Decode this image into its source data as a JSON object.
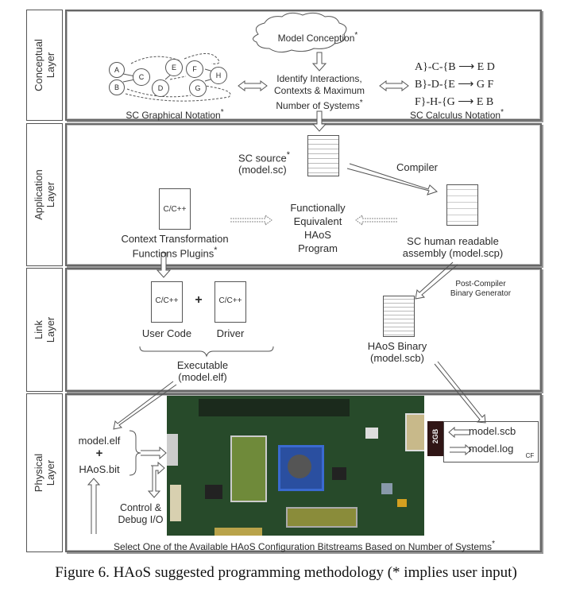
{
  "figure": {
    "caption": "Figure 6.   HAoS suggested programming methodology (* implies user input)"
  },
  "layers": [
    {
      "id": "conceptual",
      "label_line1": "Conceptual",
      "label_line2": "Layer"
    },
    {
      "id": "application",
      "label_line1": "Application",
      "label_line2": "Layer"
    },
    {
      "id": "link",
      "label_line1": "Link",
      "label_line2": "Layer"
    },
    {
      "id": "physical",
      "label_line1": "Physical",
      "label_line2": "Layer"
    }
  ],
  "conceptual": {
    "model_conception": "Model Conception",
    "identify_line1": "Identify Interactions,",
    "identify_line2": "Contexts & Maximum",
    "identify_line3": "Number of Systems",
    "graphical_notation": "SC Graphical Notation",
    "calculus_notation": "SC Calculus Notation",
    "graph_nodes": [
      "A",
      "B",
      "C",
      "D",
      "E",
      "F",
      "G",
      "H"
    ],
    "calculus_lines": [
      {
        "left": "A}-C-{B",
        "right": "E D"
      },
      {
        "left": "B}-D-{E",
        "right": "G F"
      },
      {
        "left": "F}-H-{G",
        "right": "E B"
      }
    ],
    "user_input_marker": "*"
  },
  "application": {
    "sc_source_line1": "SC source",
    "sc_source_line2": "(model.sc)",
    "compiler": "Compiler",
    "equivalent_line1": "Functionally",
    "equivalent_line2": "Equivalent",
    "equivalent_line3": "HAoS",
    "equivalent_line4": "Program",
    "plugins_line1": "Context Transformation",
    "plugins_line2": "Functions Plugins",
    "plugins_doc_label": "C/C++",
    "assembly_line1": "SC human readable",
    "assembly_line2": "assembly (model.scp)"
  },
  "link": {
    "post_compiler_line1": "Post-Compiler",
    "post_compiler_line2": "Binary Generator",
    "user_code": "User Code",
    "driver": "Driver",
    "doc_label": "C/C++",
    "plus": "+",
    "executable_line1": "Executable",
    "executable_line2": "(model.elf)",
    "binary_line1": "HAoS Binary",
    "binary_line2": "(model.scb)"
  },
  "physical": {
    "elf": "model.elf",
    "plus": "+",
    "bit": "HAoS.bit",
    "control_line1": "Control &",
    "control_line2": "Debug I/O",
    "cf_scb": "model.scb",
    "cf_log": "model.log",
    "cf_tag": "CF",
    "sd_card_label": "2GB",
    "select_text": "Select One of the Available HAoS Configuration Bitstreams Based on Number of Systems"
  }
}
